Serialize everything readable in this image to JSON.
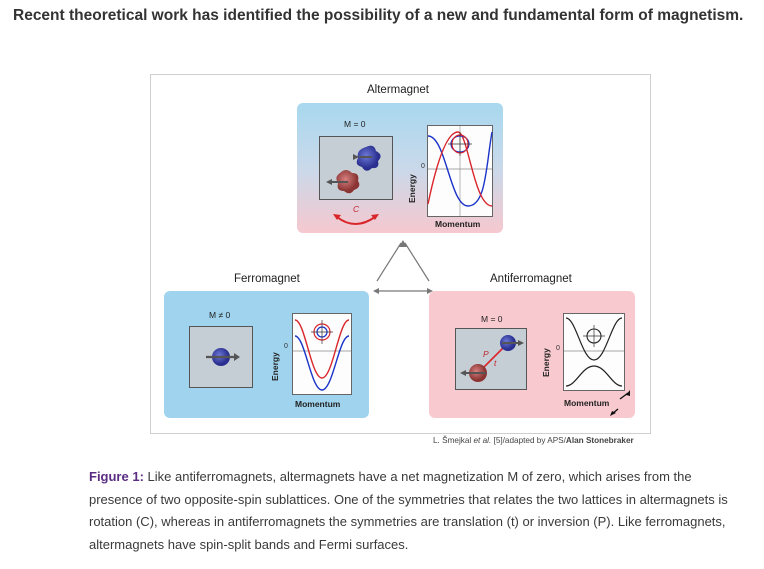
{
  "page": {
    "heading": "Recent theoretical work has identified the possibility of a new and fundamental form of magnetism."
  },
  "figure": {
    "panels": {
      "altermagnet": {
        "title": "Altermagnet",
        "magnetization": "M = 0",
        "symmetry_label": "C",
        "energy_label": "Energy",
        "zero_label": "0",
        "momentum_label": "Momentum",
        "up_color": "#d9262b",
        "down_color": "#1a33c9"
      },
      "ferromagnet": {
        "title": "Ferromagnet",
        "magnetization": "M ≠ 0",
        "energy_label": "Energy",
        "zero_label": "0",
        "momentum_label": "Momentum"
      },
      "antiferromagnet": {
        "title": "Antiferromagnet",
        "magnetization": "M = 0",
        "symmetry_p": "P",
        "symmetry_t": "t",
        "energy_label": "Energy",
        "zero_label": "0",
        "momentum_label": "Momentum"
      }
    },
    "credit": {
      "prefix": "L. Šmejkal ",
      "etal": "et al.",
      "middle": " [5]/adapted by APS/",
      "artist": "Alan Stonebraker"
    }
  },
  "caption": {
    "lead": "Figure 1:",
    "text": " Like antiferromagnets, altermagnets have a net magnetization M of zero, which arises from the presence of two opposite-spin sublattices. One of the symmetries that relates the two lattices in altermagnets is rotation (C), whereas in antiferromagnets the symmetries are translation (t) or inversion (P). Like ferromagnets, altermagnets have spin-split bands and Fermi surfaces."
  }
}
